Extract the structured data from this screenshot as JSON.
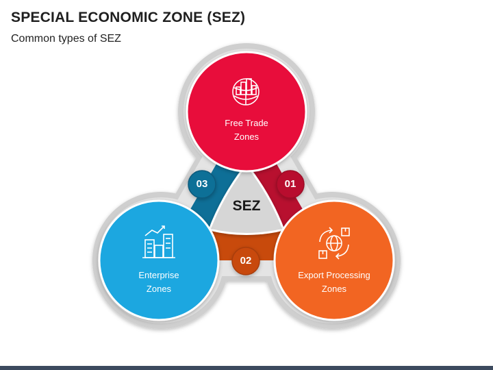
{
  "header": {
    "title": "SPECIAL ECONOMIC ZONE (SEZ)",
    "subtitle": "Common types of SEZ"
  },
  "diagram": {
    "center_label": "SEZ",
    "nodes": [
      {
        "line1": "Free Trade",
        "line2": "Zones",
        "icon": "globe-buildings-icon",
        "color": "#e8113a"
      },
      {
        "line1": "Export Processing",
        "line2": "Zones",
        "icon": "globe-packages-exchange-icon",
        "color": "#f26522"
      },
      {
        "line1": "Enterprise",
        "line2": "Zones",
        "icon": "office-buildings-growth-icon",
        "color": "#1aa7e0"
      }
    ],
    "connectors": [
      {
        "number": "01",
        "color": "#b8102f"
      },
      {
        "number": "02",
        "color": "#c84a0c"
      },
      {
        "number": "03",
        "color": "#0e6f97"
      }
    ],
    "colors": {
      "outline_gray": "#c9c9c9",
      "center_gray": "#d6d6d6"
    }
  }
}
